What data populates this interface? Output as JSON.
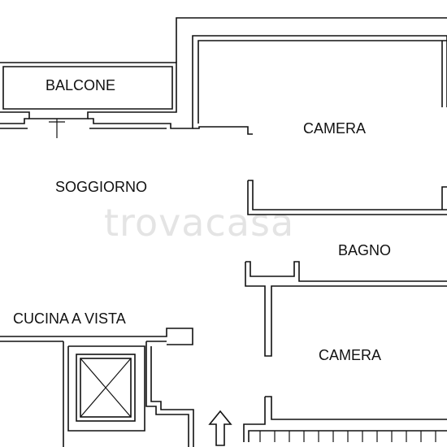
{
  "rooms": {
    "balcone": "BALCONE",
    "camera_top": "CAMERA",
    "soggiorno": "SOGGIORNO",
    "bagno": "BAGNO",
    "cucina": "CUCINA A VISTA",
    "camera_bottom": "CAMERA"
  },
  "watermark": "trovacasa",
  "colors": {
    "wall": "#111111",
    "watermark": "#e4e4e4",
    "background": "#ffffff"
  },
  "icons": {
    "entrance": "up-arrow-icon",
    "stairwell": "crossed-box-icon"
  }
}
